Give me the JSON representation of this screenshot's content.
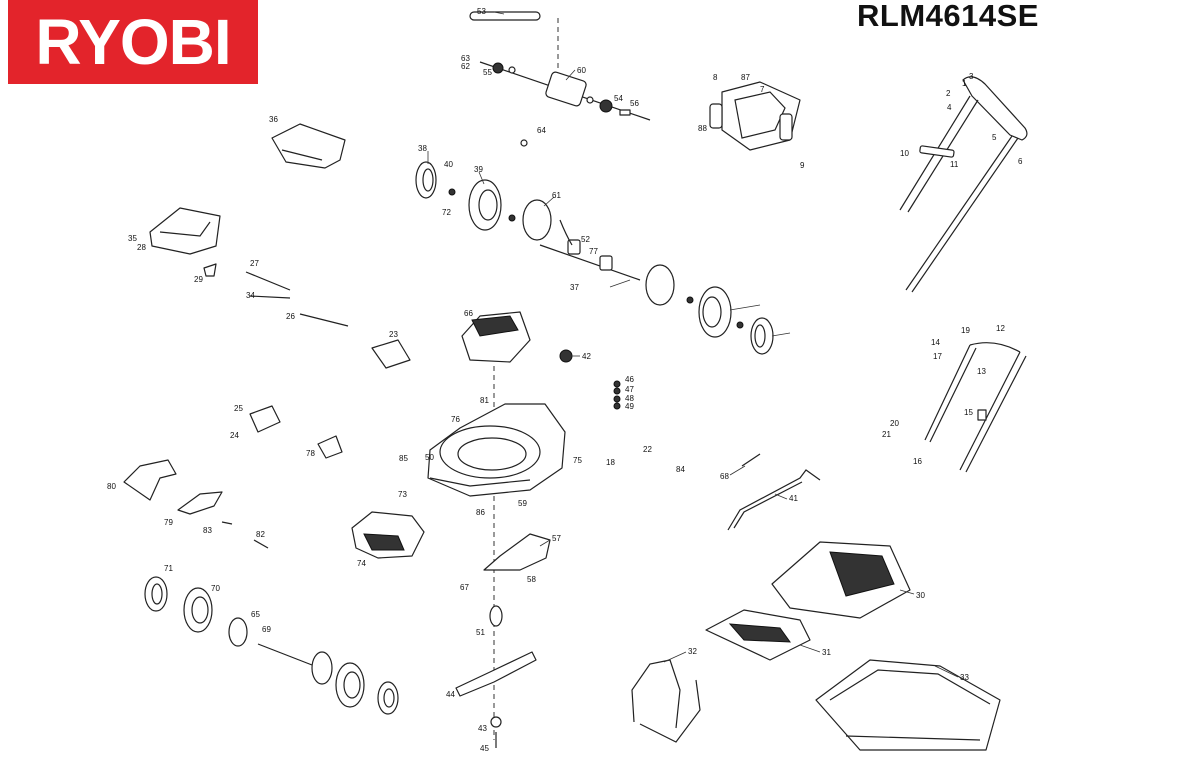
{
  "brand": {
    "logo_text": "RYOBI",
    "color": "#e3242b"
  },
  "model": "RLM4614SE",
  "part_numbers": [
    "1",
    "2",
    "3",
    "4",
    "5",
    "6",
    "7",
    "8",
    "9",
    "10",
    "11",
    "12",
    "13",
    "14",
    "15",
    "16",
    "17",
    "18",
    "19",
    "20",
    "21",
    "22",
    "23",
    "24",
    "25",
    "26",
    "27",
    "28",
    "29",
    "30",
    "31",
    "32",
    "33",
    "34",
    "35",
    "36",
    "37",
    "38",
    "39",
    "40",
    "41",
    "42",
    "43",
    "44",
    "45",
    "46",
    "47",
    "48",
    "49",
    "50",
    "51",
    "52",
    "53",
    "54",
    "55",
    "56",
    "57",
    "58",
    "59",
    "60",
    "61",
    "62",
    "63",
    "64",
    "65",
    "66",
    "67",
    "68",
    "69",
    "70",
    "71",
    "72",
    "73",
    "74",
    "75",
    "76",
    "77",
    "78",
    "79",
    "80",
    "81",
    "82",
    "83",
    "84",
    "85",
    "86",
    "87",
    "88"
  ]
}
